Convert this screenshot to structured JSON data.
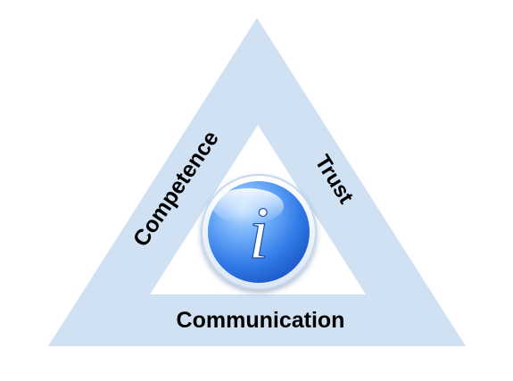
{
  "diagram": {
    "labels": {
      "left": "Competence",
      "right": "Trust",
      "bottom": "Communication"
    },
    "center_icon": {
      "name": "info-icon",
      "glyph": "i"
    },
    "colors": {
      "triangle_fill": "#cfe1f3",
      "inner_fill": "#ffffff",
      "icon_blue": "#2f79e6",
      "icon_light": "#a9d0ff",
      "text": "#000000"
    }
  }
}
